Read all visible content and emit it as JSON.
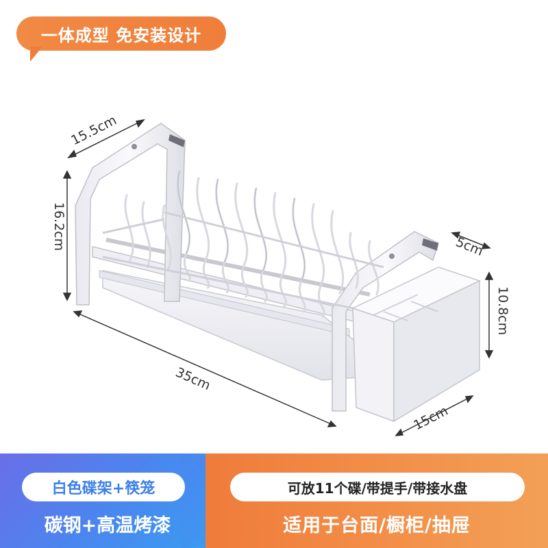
{
  "badge": {
    "text": "一体成型 免安装设计"
  },
  "dimensions": {
    "depth": "15.5cm",
    "height": "16.2cm",
    "length": "35cm",
    "holder_depth": "5cm",
    "holder_height": "10.8cm",
    "holder_width": "15cm"
  },
  "features": {
    "color_label": "白色碟架+筷笼",
    "material": "碳钢+高温烤漆",
    "capacity": "可放11个碟/带提手/带接水盘",
    "usage": "适用于台面/橱柜/抽屉"
  },
  "colors": {
    "accent_orange": "#ef7e3a",
    "accent_blue": "#4a86ef",
    "rack_white": "#f4f4f8",
    "rack_outline": "#c4c4cc"
  }
}
